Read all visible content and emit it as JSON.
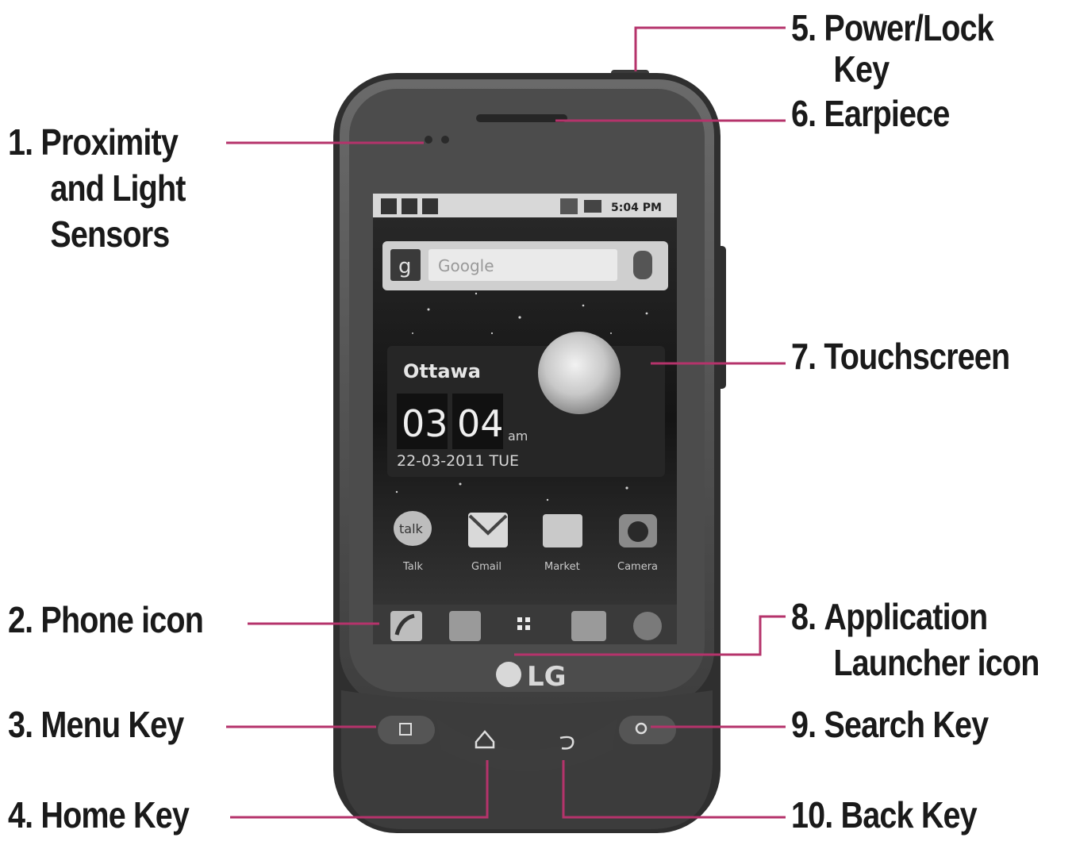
{
  "callouts": [
    {
      "num": "1.",
      "lines": [
        "Proximity",
        "and Light",
        "Sensors"
      ]
    },
    {
      "num": "2.",
      "lines": [
        "Phone icon"
      ]
    },
    {
      "num": "3.",
      "lines": [
        "Menu Key"
      ]
    },
    {
      "num": "4.",
      "lines": [
        "Home Key"
      ]
    },
    {
      "num": "5.",
      "lines": [
        "Power/Lock",
        "Key"
      ]
    },
    {
      "num": "6.",
      "lines": [
        "Earpiece"
      ]
    },
    {
      "num": "7.",
      "lines": [
        "Touchscreen"
      ]
    },
    {
      "num": "8.",
      "lines": [
        "Application",
        "Launcher icon"
      ]
    },
    {
      "num": "9.",
      "lines": [
        "Search Key"
      ]
    },
    {
      "num": "10.",
      "lines": [
        "Back Key"
      ]
    }
  ],
  "phone": {
    "brand": "LG",
    "status_time": "5:04 PM",
    "search_placeholder": "Google",
    "search_logo": "g",
    "weather": {
      "city": "Ottawa",
      "hour": "03",
      "minute": "04",
      "ampm": "am",
      "date": "22-03-2011 TUE"
    },
    "apps": [
      "Talk",
      "Gmail",
      "Market",
      "Camera"
    ],
    "app_icon_labels": [
      "talk"
    ]
  },
  "colors": {
    "leader": "#b5336b",
    "body": "#4a4a4a",
    "text": "#1a1a1a"
  }
}
